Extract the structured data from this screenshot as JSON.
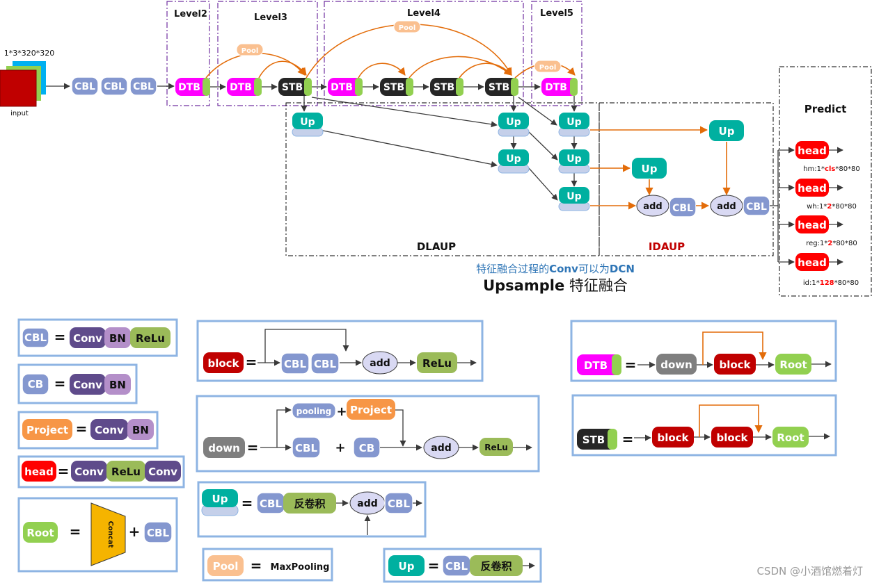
{
  "input": {
    "dims": "1*3*320*320",
    "label": "input"
  },
  "levels": {
    "l2": "Level2",
    "l3": "Level3",
    "l4": "Level4",
    "l5": "Level5"
  },
  "blocks": {
    "cbl": "CBL",
    "cb": "CB",
    "dtb": "DTB",
    "stb": "STB",
    "up": "Up",
    "add": "add",
    "head": "head",
    "pool": "Pool",
    "conv": "Conv",
    "bn": "BN",
    "relu": "ReLu",
    "project": "Project",
    "root": "Root",
    "block": "block",
    "down": "down",
    "pooling": "pooling",
    "concat": "Concat",
    "deconv": "反卷积",
    "maxpooling": "MaxPooling"
  },
  "symbols": {
    "equals": "=",
    "plus": "+"
  },
  "regions": {
    "dlaup": "DLAUP",
    "idaup": "IDAUP",
    "predict": "Predict"
  },
  "outputs": {
    "hm": {
      "prefix": "hm:1*",
      "highlight": "cls",
      "suffix": "*80*80"
    },
    "wh": {
      "prefix": "wh:1*",
      "highlight": "2",
      "suffix": "*80*80"
    },
    "reg": {
      "prefix": "reg:1*",
      "highlight": "2",
      "suffix": "*80*80"
    },
    "id": {
      "prefix": "id:1*",
      "highlight": "128",
      "suffix": "*80*80"
    }
  },
  "captions": {
    "note_a": "特征融合过程的",
    "note_conv": "Conv",
    "note_b": "可以为",
    "note_dcn": "DCN",
    "title_en": "Upsample",
    "title_cn": " 特征融合"
  },
  "watermark": "CSDN @小酒馆燃着灯",
  "colors": {
    "cbl": "#8497cf",
    "dtb": "#ff00ff",
    "stb": "#262626",
    "up": "#00b0a0",
    "green_tab": "#92d050",
    "head": "#ff0000",
    "conv": "#5f4b8b",
    "bn": "#b48fc9",
    "relu": "#9bbb59",
    "project": "#f79646",
    "root": "#92d050",
    "block": "#c00000",
    "down": "#7f7f7f",
    "pool": "#fac090",
    "add": "#d9d9f3",
    "arrow_orange": "#e36c09",
    "accent_red": "#ff0000",
    "caption_blue": "#2e75b6",
    "frame_blue": "#8eb4e3",
    "level_border": "#7030a0",
    "concat": "#f5b400"
  }
}
